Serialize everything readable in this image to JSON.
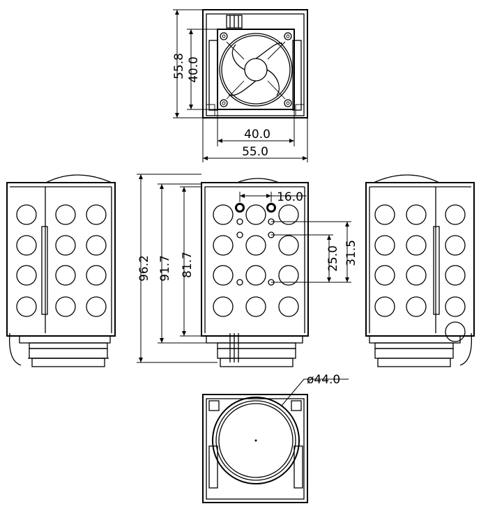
{
  "dimensions": {
    "top_height_total": "55.8",
    "top_height_fan": "40.0",
    "top_width_fan": "40.0",
    "top_width_total": "55.0",
    "front_height_overall": "96.2",
    "front_height_mid": "91.7",
    "front_height_body": "81.7",
    "hole_spacing_x": "16.0",
    "hole_spacing_y_inner": "25.0",
    "hole_spacing_y_outer": "31.5",
    "lens_diameter": "ø44.0"
  },
  "icons": {
    "fan": "cooling-fan",
    "lens": "lens-circle"
  }
}
